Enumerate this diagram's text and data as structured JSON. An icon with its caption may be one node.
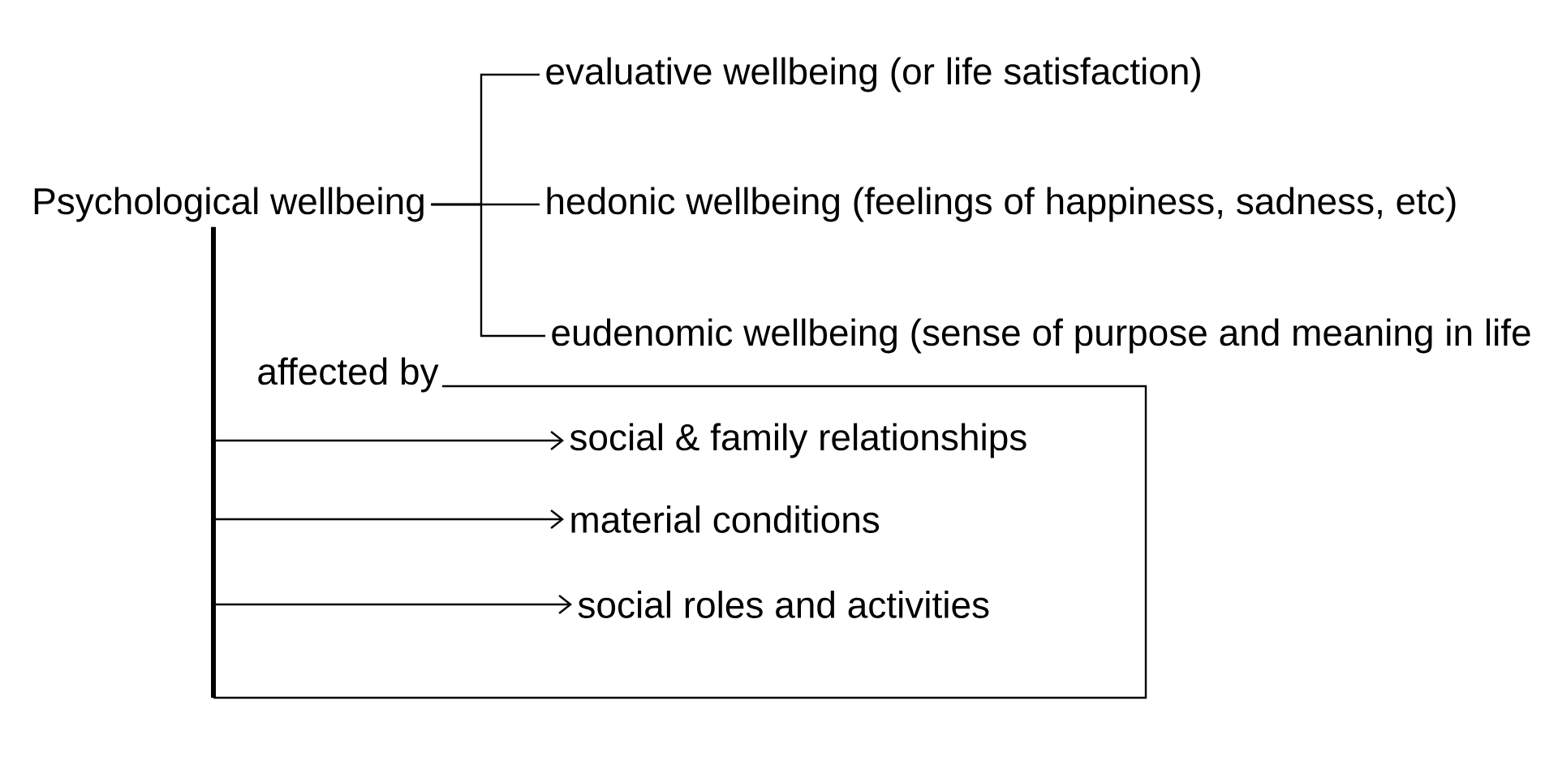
{
  "diagram": {
    "nodes": [
      {
        "text": [
          "Psychological wellbeing"
        ]
      },
      {
        "text": [
          "evaluative wellbeing (or life satisfaction)"
        ]
      },
      {
        "text": [
          "hedonic wellbeing (feelings of happiness, sadness, etc)"
        ]
      },
      {
        "text": [
          "eudenomic wellbeing (sense of purpose and meaning in life"
        ]
      },
      {
        "text": [
          "affected by"
        ]
      },
      {
        "text": [
          "social & family relationships"
        ],
        "in": 4
      },
      {
        "text": [
          "material conditions"
        ],
        "in": 4
      },
      {
        "text": [
          "social roles and activities"
        ],
        "in": 4
      }
    ],
    "edges": [
      {
        "from": 0,
        "to": 1,
        "arrow": "none"
      },
      {
        "from": 0,
        "to": 2,
        "arrow": "none"
      },
      {
        "from": 0,
        "to": 3,
        "arrow": "none"
      },
      {
        "from": 0,
        "to": 4,
        "arrow": "none",
        "style": "thick"
      },
      {
        "from": 4,
        "to": 5,
        "arrow": "to"
      },
      {
        "from": 4,
        "to": 6,
        "arrow": "to"
      },
      {
        "from": 4,
        "to": 7,
        "arrow": "to"
      }
    ]
  }
}
